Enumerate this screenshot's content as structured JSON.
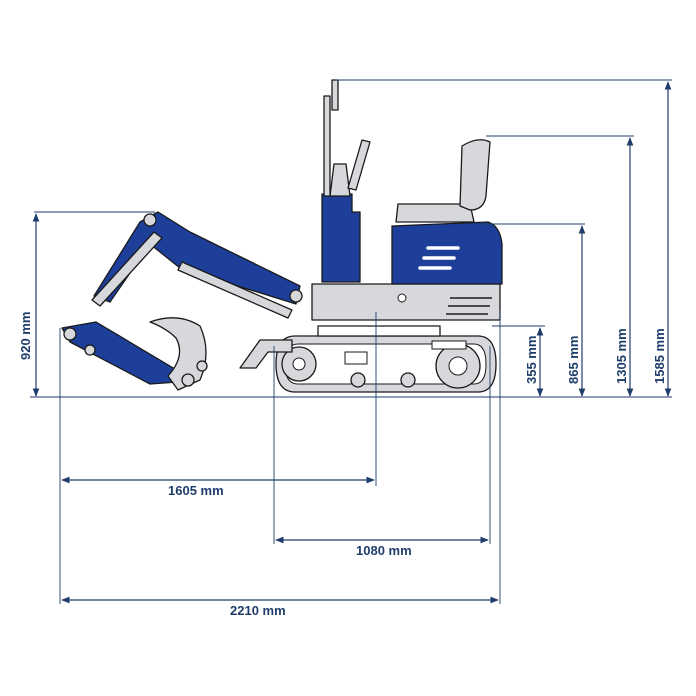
{
  "dimensions": {
    "bucket_reach_height": "920 mm",
    "track_height": "355 mm",
    "hood_height": "865 mm",
    "seat_height": "1305 mm",
    "overall_height": "1585 mm",
    "front_reach": "1605 mm",
    "track_length": "1080 mm",
    "overall_length": "2210 mm"
  },
  "colors": {
    "dimension": "#1f3d6b",
    "body_blue": "#1d3f9a",
    "metal_grey": "#d6d8dc",
    "outline": "#1a1a1a"
  },
  "icons": [
    "excavator-illustration"
  ]
}
